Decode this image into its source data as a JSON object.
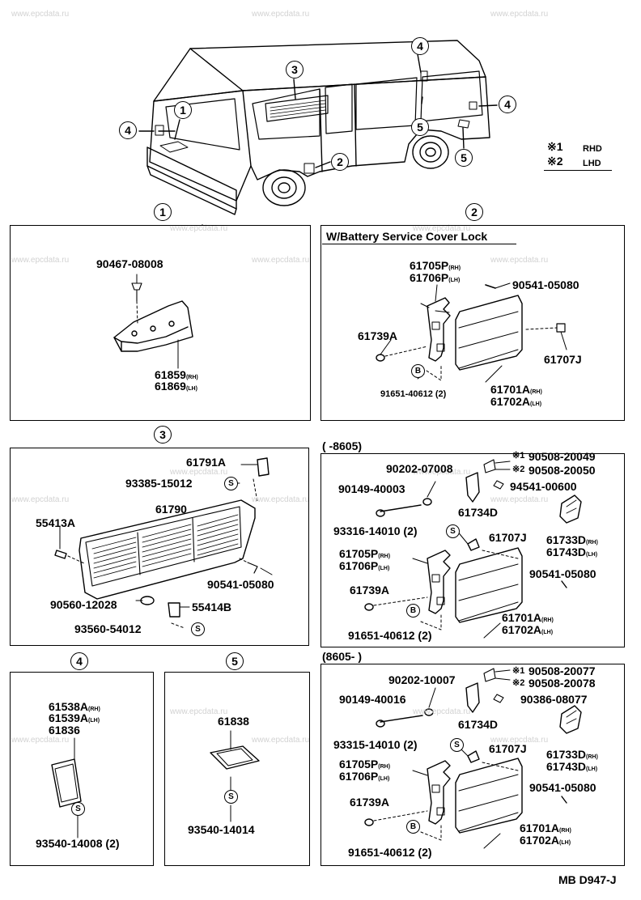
{
  "watermark": "www.epcdata.ru",
  "legend": {
    "row1_mark": "※1",
    "row1_text": "RHD",
    "row2_mark": "※2",
    "row2_text": "LHD"
  },
  "callouts": {
    "c1": "1",
    "c2": "2",
    "c3": "3",
    "c4": "4",
    "c5": "5"
  },
  "symbols": {
    "s": "S",
    "b": "B"
  },
  "panel1": {
    "bolt": "90467-08008",
    "part_rh": "61859",
    "rh": "(RH)",
    "part_lh": "61869",
    "lh": "(LH)"
  },
  "panel2": {
    "title": "W/Battery Service Cover Lock",
    "p61705": "61705P",
    "p61706": "61706P",
    "screw": "90541-05080",
    "p61739": "61739A",
    "p61707": "61707J",
    "p61701": "61701A",
    "p61702": "61702A",
    "bolt": "91651-40612 (2)",
    "rh": "(RH)",
    "lh": "(LH)"
  },
  "panel3": {
    "p61791": "61791A",
    "p93385": "93385-15012",
    "p61790": "61790",
    "p55413": "55413A",
    "p90541": "90541-05080",
    "p90560": "90560-12028",
    "p55414": "55414B",
    "p93560": "93560-54012"
  },
  "panel4": {
    "p61538": "61538A",
    "p61539": "61539A",
    "p61836": "61836",
    "screw": "93540-14008 (2)",
    "rh": "(RH)",
    "lh": "(LH)"
  },
  "panel5": {
    "p61838": "61838",
    "screw": "93540-14014"
  },
  "panel6": {
    "title": "(          -8605)",
    "m1": "※1",
    "p1": "90508-20049",
    "m2": "※2",
    "p2": "90508-20050",
    "p90202": "90202-07008",
    "p90149": "90149-40003",
    "p94541": "94541-00600",
    "p61734": "61734D",
    "p93316": "93316-14010 (2)",
    "p61707": "61707J",
    "p61733": "61733D",
    "p61743": "61743D",
    "p61705": "61705P",
    "p61706": "61706P",
    "p90541": "90541-05080",
    "p61739": "61739A",
    "p61701": "61701A",
    "p61702": "61702A",
    "bolt": "91651-40612 (2)",
    "rh": "(RH)",
    "lh": "(LH)"
  },
  "panel7": {
    "title": "(8605-          )",
    "m1": "※1",
    "p1": "90508-20077",
    "m2": "※2",
    "p2": "90508-20078",
    "p90202": "90202-10007",
    "p90149": "90149-40016",
    "p90386": "90386-08077",
    "p61734": "61734D",
    "p93315": "93315-14010 (2)",
    "p61707": "61707J",
    "p61733": "61733D",
    "p61743": "61743D",
    "p61705": "61705P",
    "p61706": "61706P",
    "p90541": "90541-05080",
    "p61739": "61739A",
    "p61701": "61701A",
    "p61702": "61702A",
    "bolt": "91651-40612 (2)",
    "rh": "(RH)",
    "lh": "(LH)"
  },
  "footer": {
    "code": "MB D947-J"
  }
}
